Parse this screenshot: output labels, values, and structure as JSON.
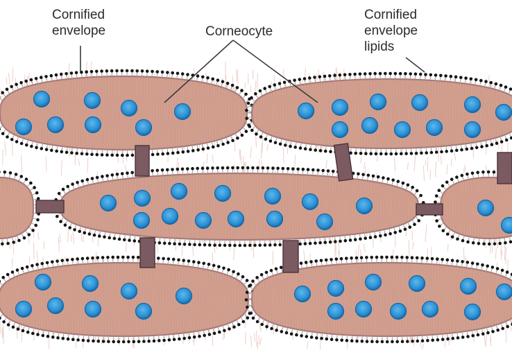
{
  "labels": {
    "cornified_envelope": [
      "Cornified",
      "envelope"
    ],
    "corneocyte": "Corneocyte",
    "cornified_envelope_lipids": [
      "Cornified",
      "envelope",
      "lipids"
    ]
  },
  "colors": {
    "cell_fill": "#cf9c8c",
    "cell_fill_light": "#e4b9ab",
    "cell_stroke": "#a67a78",
    "lipid_dot": "#151515",
    "lipid_tail": "#9a9a9a",
    "background_fibers": "#eccfc8",
    "nucleus_outer": "#1571b5",
    "nucleus_inner": "#3fa3e2",
    "desmosome": "#7c5a62",
    "desmosome_stroke": "#4a3238",
    "leader_line": "#3a3a3a",
    "text": "#2b2b2b"
  }
}
